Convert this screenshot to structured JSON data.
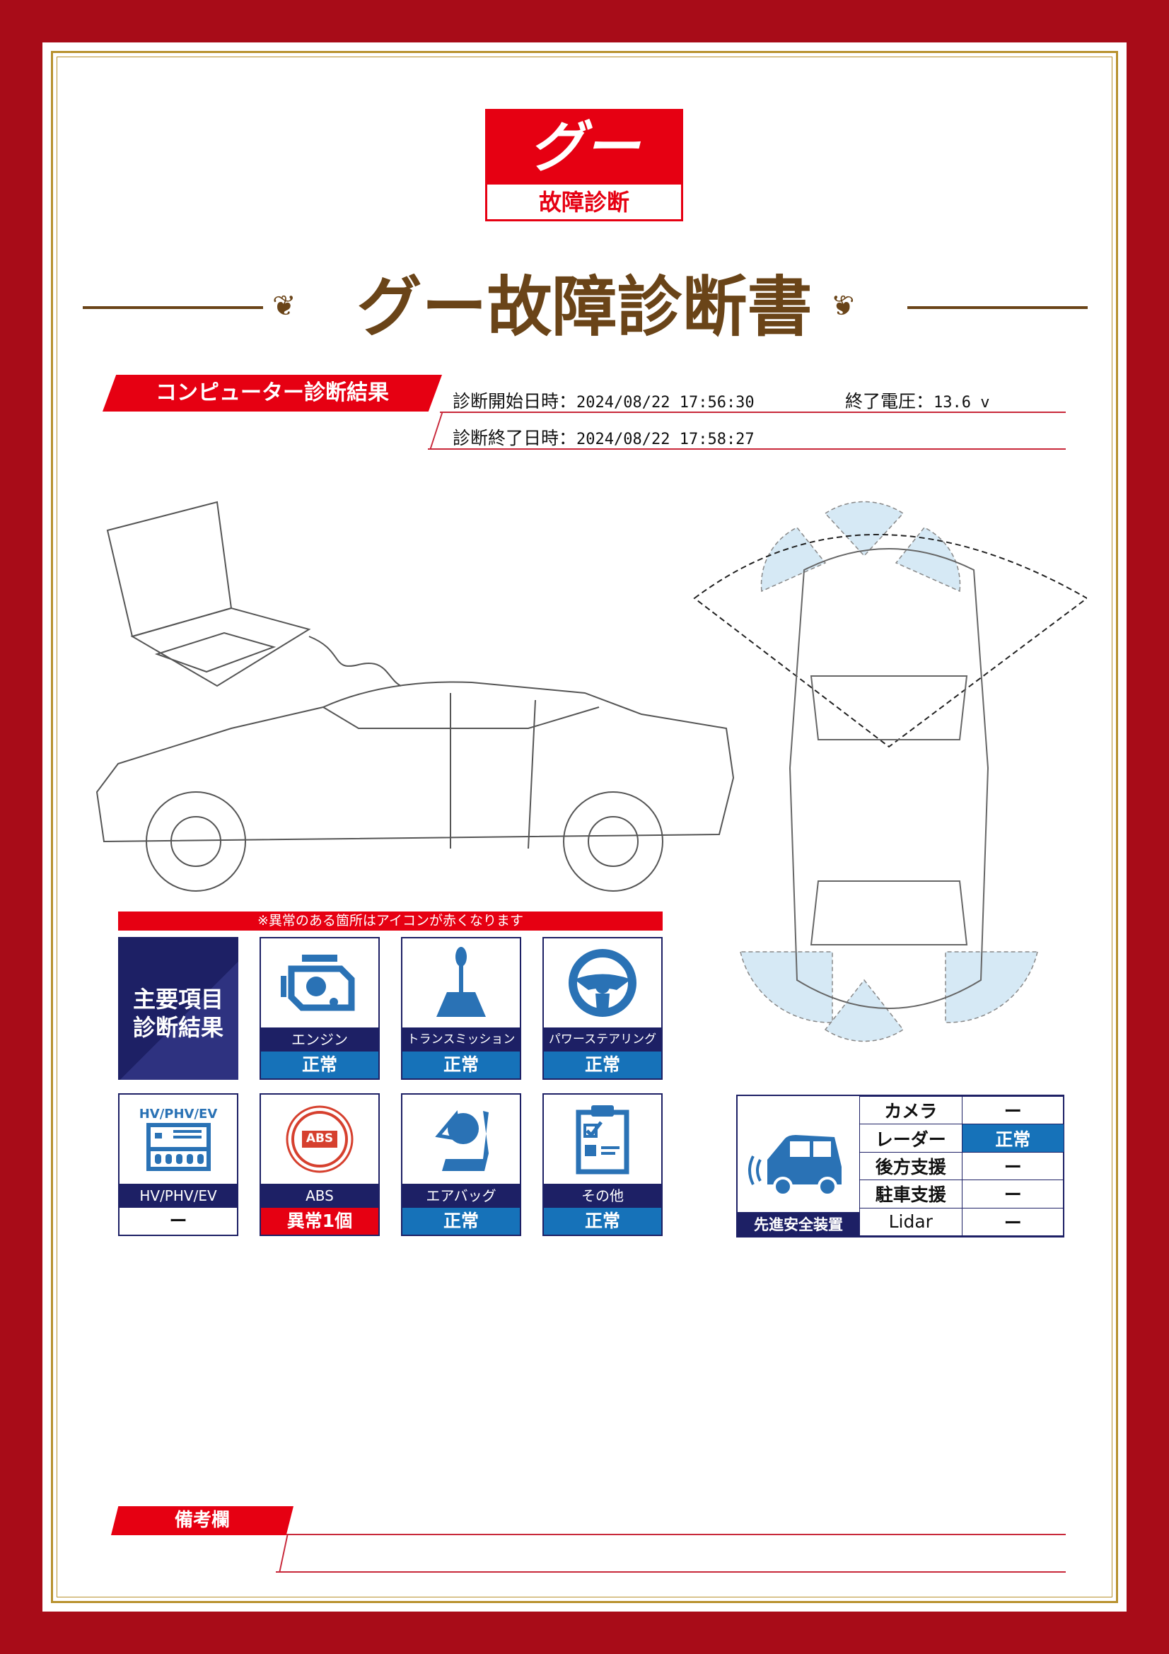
{
  "logo": {
    "mark": "グー",
    "caption": "故障診断"
  },
  "title": "グー故障診断書",
  "computer_section": {
    "label": "コンピューター診断結果",
    "start_label": "診断開始日時：",
    "start_value": "2024/08/22 17:56:30",
    "voltage_label": "終了電圧：",
    "voltage_value": "13.6 v",
    "end_label": "診断終了日時：",
    "end_value": "2024/08/22 17:58:27"
  },
  "notice": "※異常のある箇所はアイコンが赤くなります",
  "main_heading": {
    "line1": "主要項目",
    "line2": "診断結果"
  },
  "items": [
    {
      "name": "エンジン",
      "status": "正常",
      "icon": "engine-icon"
    },
    {
      "name": "トランスミッション",
      "status": "正常",
      "icon": "gear-shift-icon"
    },
    {
      "name": "パワーステアリング",
      "status": "正常",
      "icon": "steering-wheel-icon"
    },
    {
      "name": "HV/PHV/EV",
      "status": "ー",
      "icon": "battery-icon",
      "icon_label": "HV/PHV/EV"
    },
    {
      "name": "ABS",
      "status": "異常1個",
      "icon": "abs-warning-icon",
      "icon_label": "ABS"
    },
    {
      "name": "エアバッグ",
      "status": "正常",
      "icon": "airbag-icon"
    },
    {
      "name": "その他",
      "status": "正常",
      "icon": "checklist-icon"
    }
  ],
  "adas": {
    "label": "先進安全装置",
    "rows": [
      {
        "name": "カメラ",
        "status": "ー"
      },
      {
        "name": "レーダー",
        "status": "正常"
      },
      {
        "name": "後方支援",
        "status": "ー"
      },
      {
        "name": "駐車支援",
        "status": "ー"
      },
      {
        "name": "Lidar",
        "status": "ー"
      }
    ]
  },
  "remarks": {
    "label": "備考欄"
  },
  "colors": {
    "border": "#a80c18",
    "accent": "#e60012",
    "navy": "#1d2065",
    "blue": "#1672b9",
    "gold": "#b8912d",
    "abnormal": "#e60012"
  }
}
